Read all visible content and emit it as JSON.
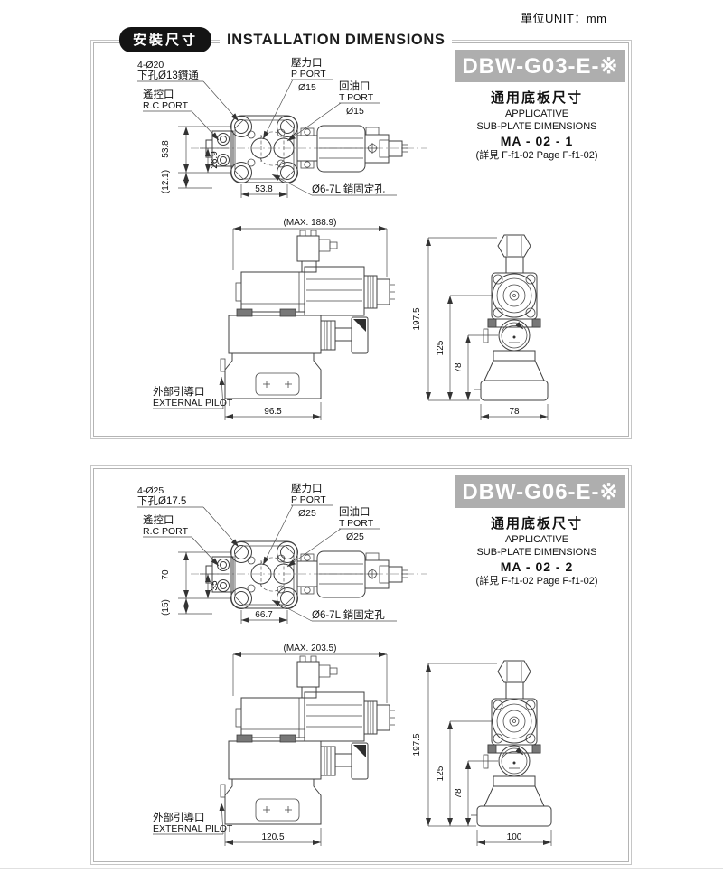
{
  "page": {
    "unit_label": "單位UNIT：mm",
    "title_zh": "安裝尺寸",
    "title_en": "INSTALLATION DIMENSIONS"
  },
  "colors": {
    "banner_bg": "#aeaeae",
    "pill_bg": "#141414",
    "line": "#3f3f3f"
  },
  "panels": [
    {
      "model": "DBW-G03-E-※",
      "subplate": {
        "zh": "通用底板尺寸",
        "en1": "APPLICATIVE",
        "en2": "SUB-PLATE DIMENSIONS",
        "code": "MA - 02 - 1",
        "ref": "(詳見 F-f1-02  Page F-f1-02)"
      },
      "top_view": {
        "bolt1": "4-Ø20",
        "bolt2": "下孔Ø13鑽通",
        "rc_zh": "遙控口",
        "rc_en": "R.C PORT",
        "p_zh": "壓力口",
        "p_en": "P PORT",
        "p_dia": "Ø15",
        "t_zh": "回油口",
        "t_en": "T PORT",
        "t_dia": "Ø15",
        "pin": "Ø6-7L 銷固定孔",
        "dim_v1": "53.8",
        "dim_v2": "26.9",
        "dim_v3": "(12.1)",
        "dim_w": "53.8"
      },
      "side_view": {
        "dim_max": "(MAX. 188.9)",
        "pilot_zh": "外部引導口",
        "pilot_en": "EXTERNAL PILOT",
        "dim_w": "96.5"
      },
      "front_view": {
        "dim_h1": "197.5",
        "dim_h2": "125",
        "dim_h3": "78",
        "dim_w": "78"
      }
    },
    {
      "model": "DBW-G06-E-※",
      "subplate": {
        "zh": "通用底板尺寸",
        "en1": "APPLICATIVE",
        "en2": "SUB-PLATE DIMENSIONS",
        "code": "MA - 02 - 2",
        "ref": "(詳見 F-f1-02  Page F-f1-02)"
      },
      "top_view": {
        "bolt1": "4-Ø25",
        "bolt2": "下孔Ø17.5",
        "rc_zh": "遙控口",
        "rc_en": "R.C PORT",
        "p_zh": "壓力口",
        "p_en": "P PORT",
        "p_dia": "Ø25",
        "t_zh": "回油口",
        "t_en": "T PORT",
        "t_dia": "Ø25",
        "pin": "Ø6-7L 銷固定孔",
        "dim_v1": "70",
        "dim_v2": "35",
        "dim_v3": "(15)",
        "dim_w": "66.7"
      },
      "side_view": {
        "dim_max": "(MAX. 203.5)",
        "pilot_zh": "外部引導口",
        "pilot_en": "EXTERNAL PILOT",
        "dim_w": "120.5"
      },
      "front_view": {
        "dim_h1": "197.5",
        "dim_h2": "125",
        "dim_h3": "78",
        "dim_w": "100"
      }
    }
  ]
}
